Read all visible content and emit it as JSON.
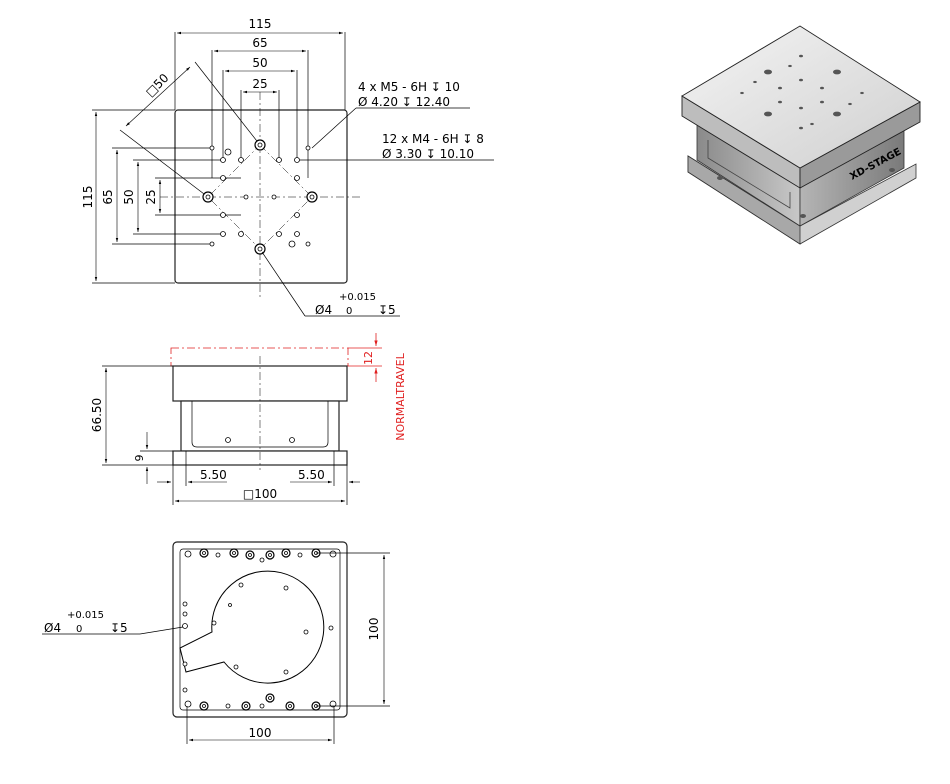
{
  "top_view": {
    "dim_115_w": "115",
    "dim_65_w": "65",
    "dim_50_w": "50",
    "dim_25_w": "25",
    "dim_square_50": "□50",
    "dim_115_h": "115",
    "dim_65_h": "65",
    "dim_50_h": "50",
    "dim_25_h": "25",
    "callout_m5_line1": "4 x  M5 - 6H ↧ 10",
    "callout_m5_line2": "Ø 4.20 ↧ 12.40",
    "callout_m4_line1": "12 x  M4 - 6H ↧ 8",
    "callout_m4_line2": "Ø 3.30 ↧ 10.10",
    "pin_dia": "Ø4",
    "pin_tol_upper": "+0.015",
    "pin_tol_lower": "0",
    "pin_depth": "↧5"
  },
  "side_view": {
    "dim_height": "66.50",
    "dim_base": "9",
    "dim_travel": "12",
    "travel_label": "NORMALTRAVEL",
    "dim_offset_left": "5.50",
    "dim_offset_right": "5.50",
    "dim_base_width": "□100",
    "accent_color": "#e02020"
  },
  "bottom_view": {
    "pin_dia": "Ø4",
    "pin_tol_upper": "+0.015",
    "pin_tol_lower": "0",
    "pin_depth": "↧5",
    "dim_height": "100",
    "dim_width": "100"
  },
  "iso_view": {
    "logo": "XD-STAGE"
  }
}
